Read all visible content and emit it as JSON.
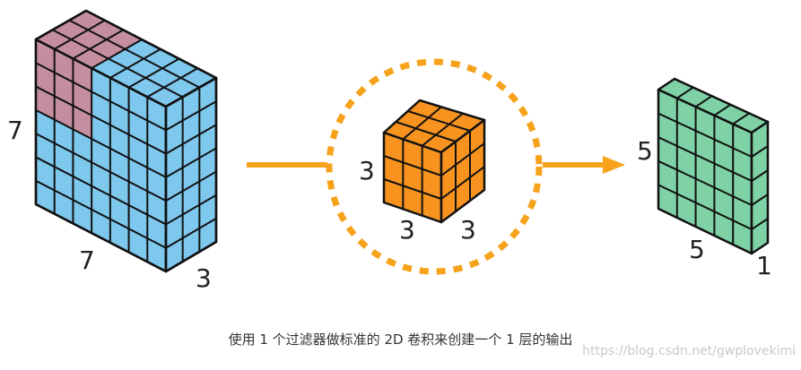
{
  "diagram": {
    "input_volume": {
      "height_label": "7",
      "width_label": "7",
      "depth_label": "3",
      "front_color": "#7EC8EE",
      "filter_region_color": "#C48E9E"
    },
    "filter_cube": {
      "height_label": "3",
      "width_label": "3",
      "depth_label": "3",
      "color": "#F7931E"
    },
    "output_layer": {
      "height_label": "5",
      "width_label": "5",
      "depth_label": "1",
      "color": "#7FD1A6"
    },
    "arrow_color": "#F7A21B",
    "circle_color": "#F7A21B"
  },
  "caption": "使用 1 个过滤器做标准的 2D 卷积来创建一个 1 层的输出",
  "watermark": "https://blog.csdn.net/gwplovekimi"
}
